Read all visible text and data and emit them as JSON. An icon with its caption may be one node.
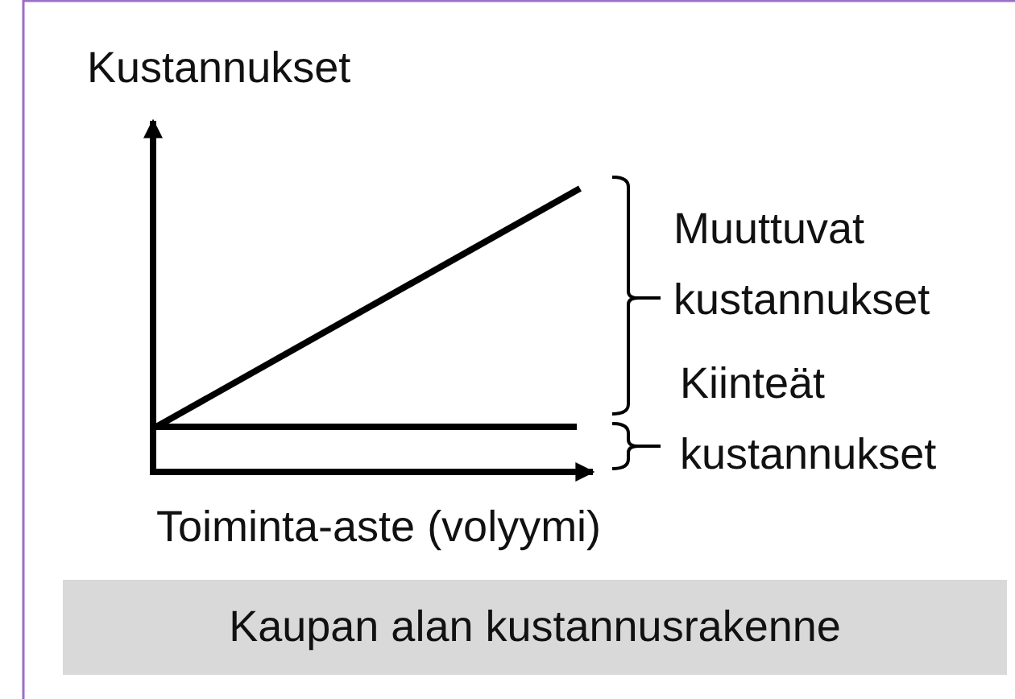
{
  "diagram": {
    "caption": "Kaupan alan kustannusrakenne",
    "labels": [
      "Kustannukset",
      "Muuttuvat kustannukset",
      "Kiinteät kustannukset",
      "Toiminta-aste (volyymi)"
    ]
  }
}
